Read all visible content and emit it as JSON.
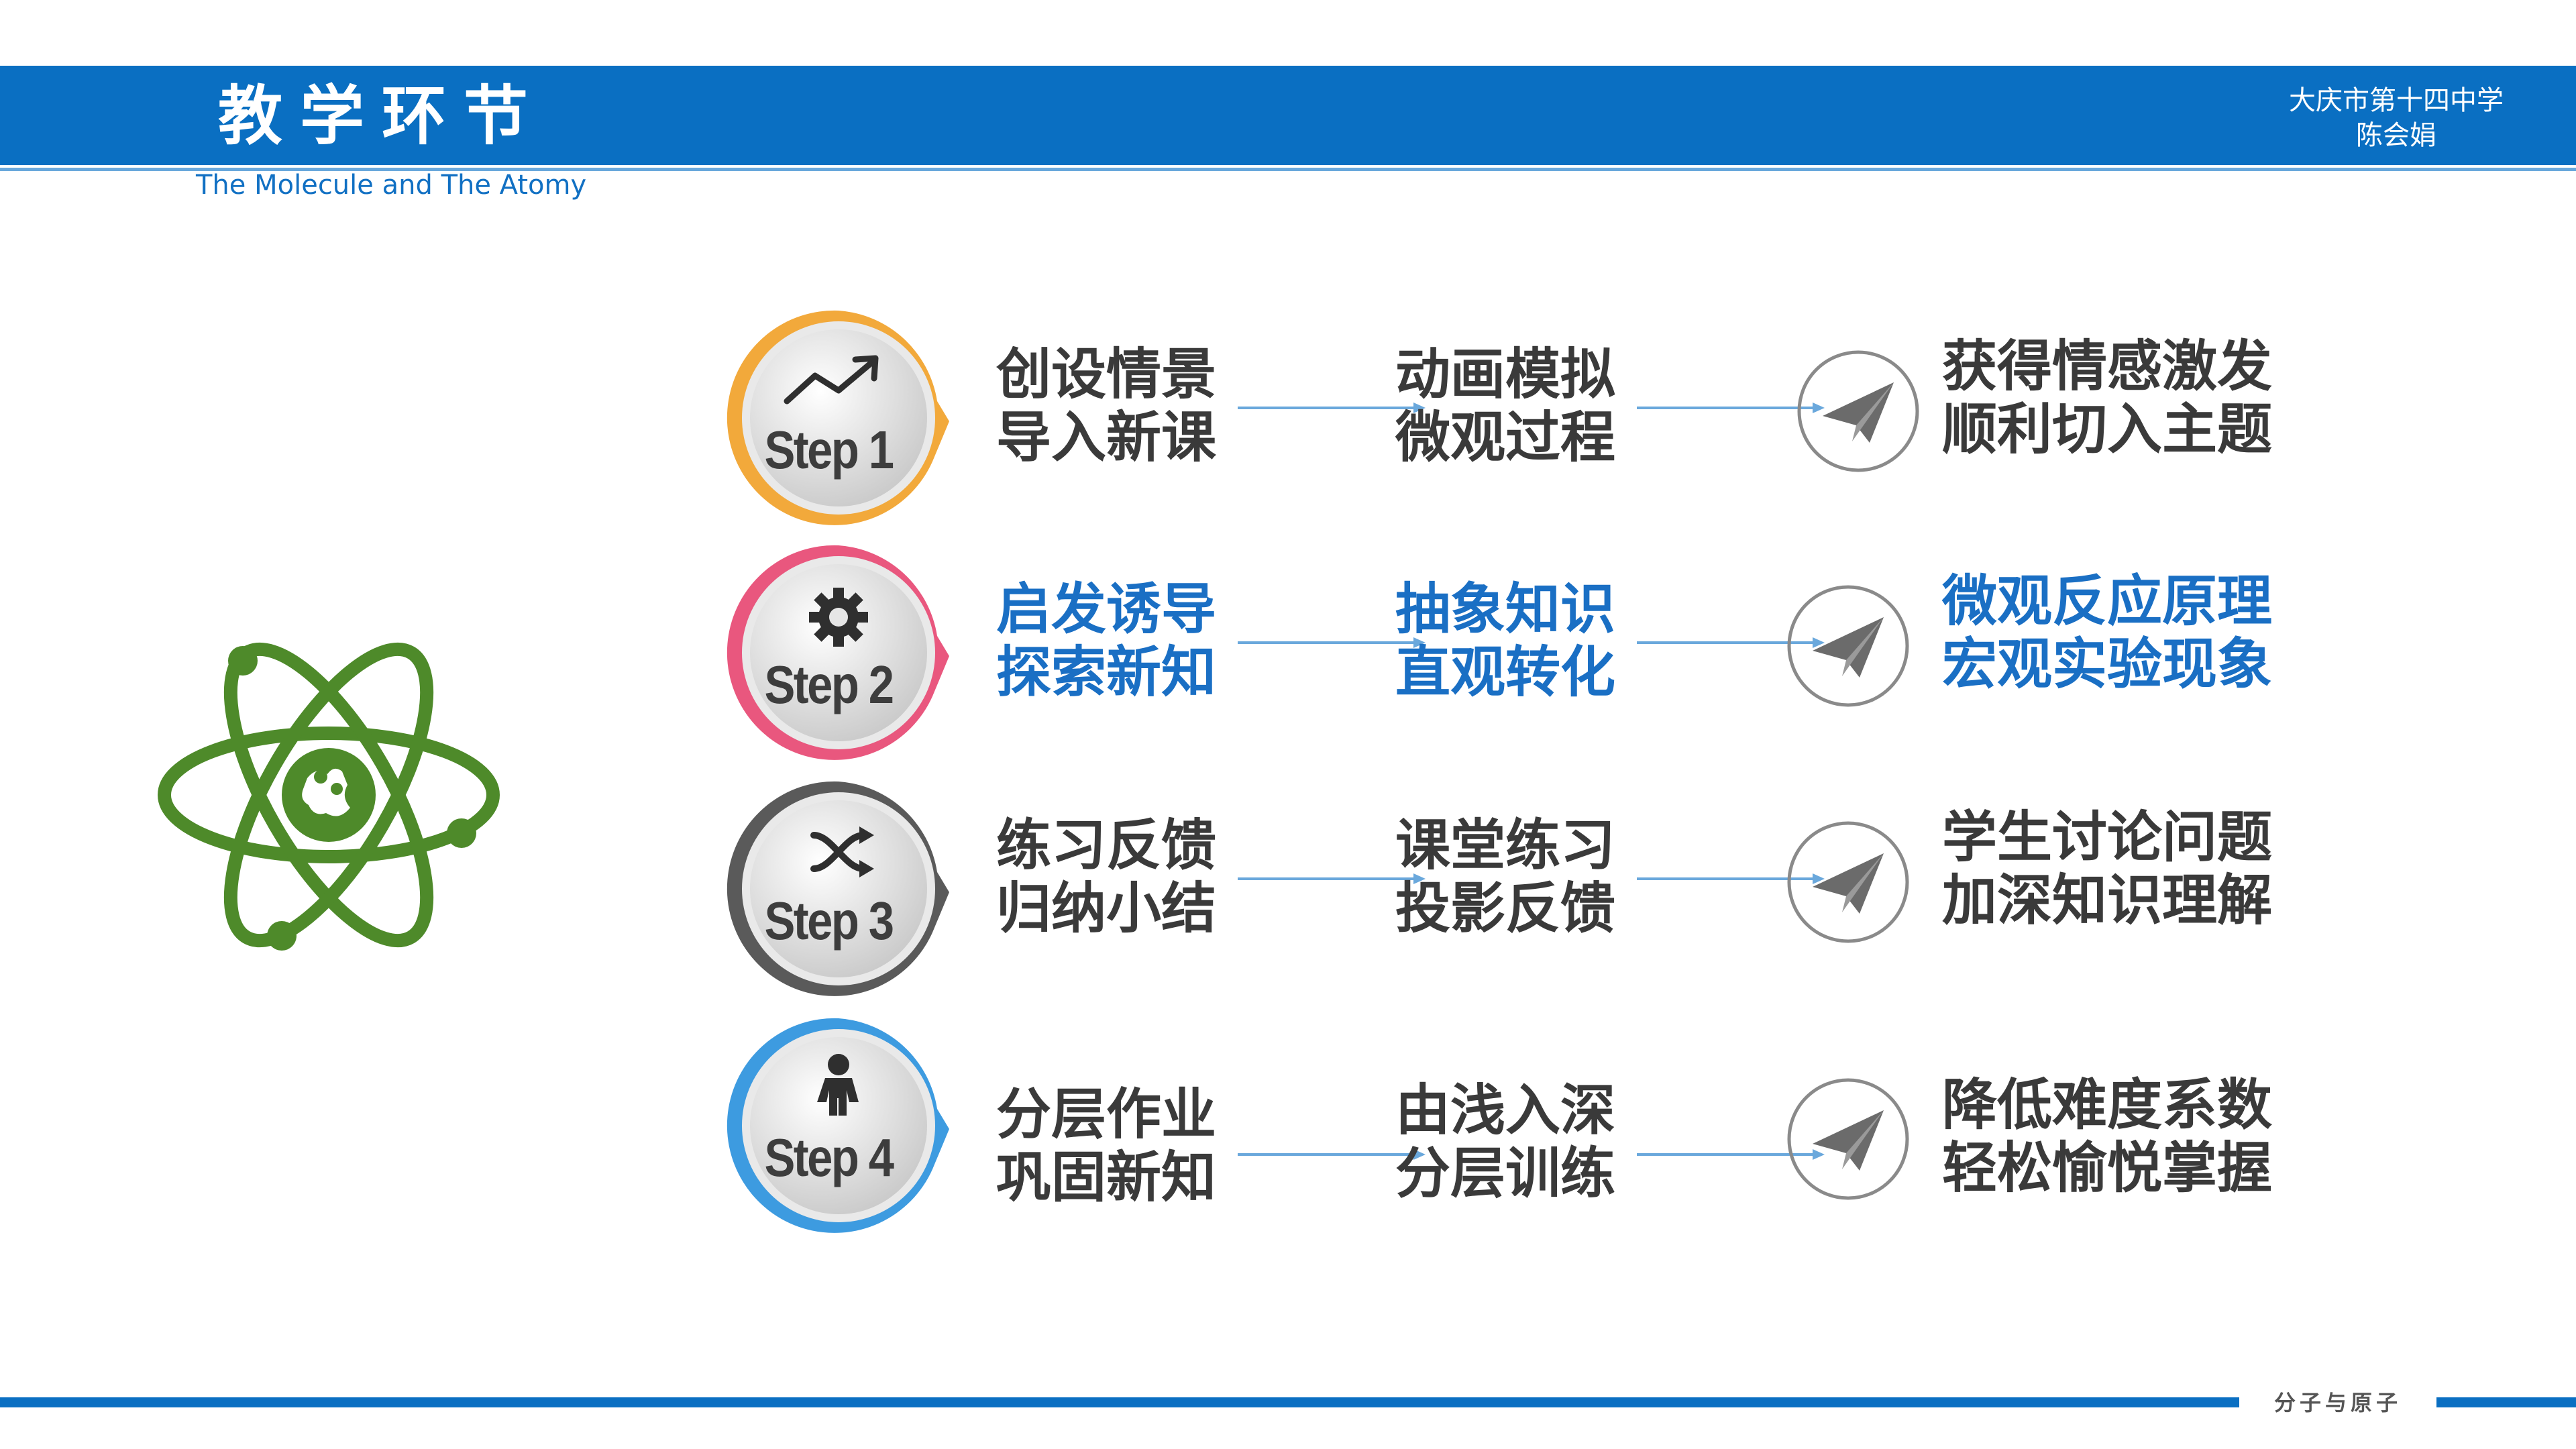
{
  "header": {
    "title": "教学环节",
    "subtitle": "The Molecule and The Atomy",
    "school": "大庆市第十四中学",
    "teacher": "陈会娟"
  },
  "footer": {
    "label": "分子与原子"
  },
  "colors": {
    "brand_blue": "#0a6fc2",
    "highlight_text": "#1a6fc4",
    "atom_green": "#4e8a2a",
    "step1": "#f2a93b",
    "step2": "#e9577e",
    "step3": "#5a5a5a",
    "step4": "#3d9be0"
  },
  "steps": [
    {
      "label": "Step 1",
      "icon": "trend-line-icon",
      "color": "#f2a93b",
      "col1": [
        "创设情景",
        "导入新课"
      ],
      "col2": [
        "动画模拟",
        "微观过程"
      ],
      "col3": [
        "获得情感激发",
        "顺利切入主题"
      ],
      "highlight": false
    },
    {
      "label": "Step 2",
      "icon": "gear-icon",
      "color": "#e9577e",
      "col1": [
        "启发诱导",
        "探索新知"
      ],
      "col2": [
        "抽象知识",
        "直观转化"
      ],
      "col3": [
        "微观反应原理",
        "宏观实验现象"
      ],
      "highlight": true
    },
    {
      "label": "Step 3",
      "icon": "shuffle-icon",
      "color": "#5a5a5a",
      "col1": [
        "练习反馈",
        "归纳小结"
      ],
      "col2": [
        "课堂练习",
        "投影反馈"
      ],
      "col3": [
        "学生讨论问题",
        "加深知识理解"
      ],
      "highlight": false
    },
    {
      "label": "Step 4",
      "icon": "person-icon",
      "color": "#3d9be0",
      "col1": [
        "分层作业",
        "巩固新知"
      ],
      "col2": [
        "由浅入深",
        "分层训练"
      ],
      "col3": [
        "降低难度系数",
        "轻松愉悦掌握"
      ],
      "highlight": false
    }
  ]
}
